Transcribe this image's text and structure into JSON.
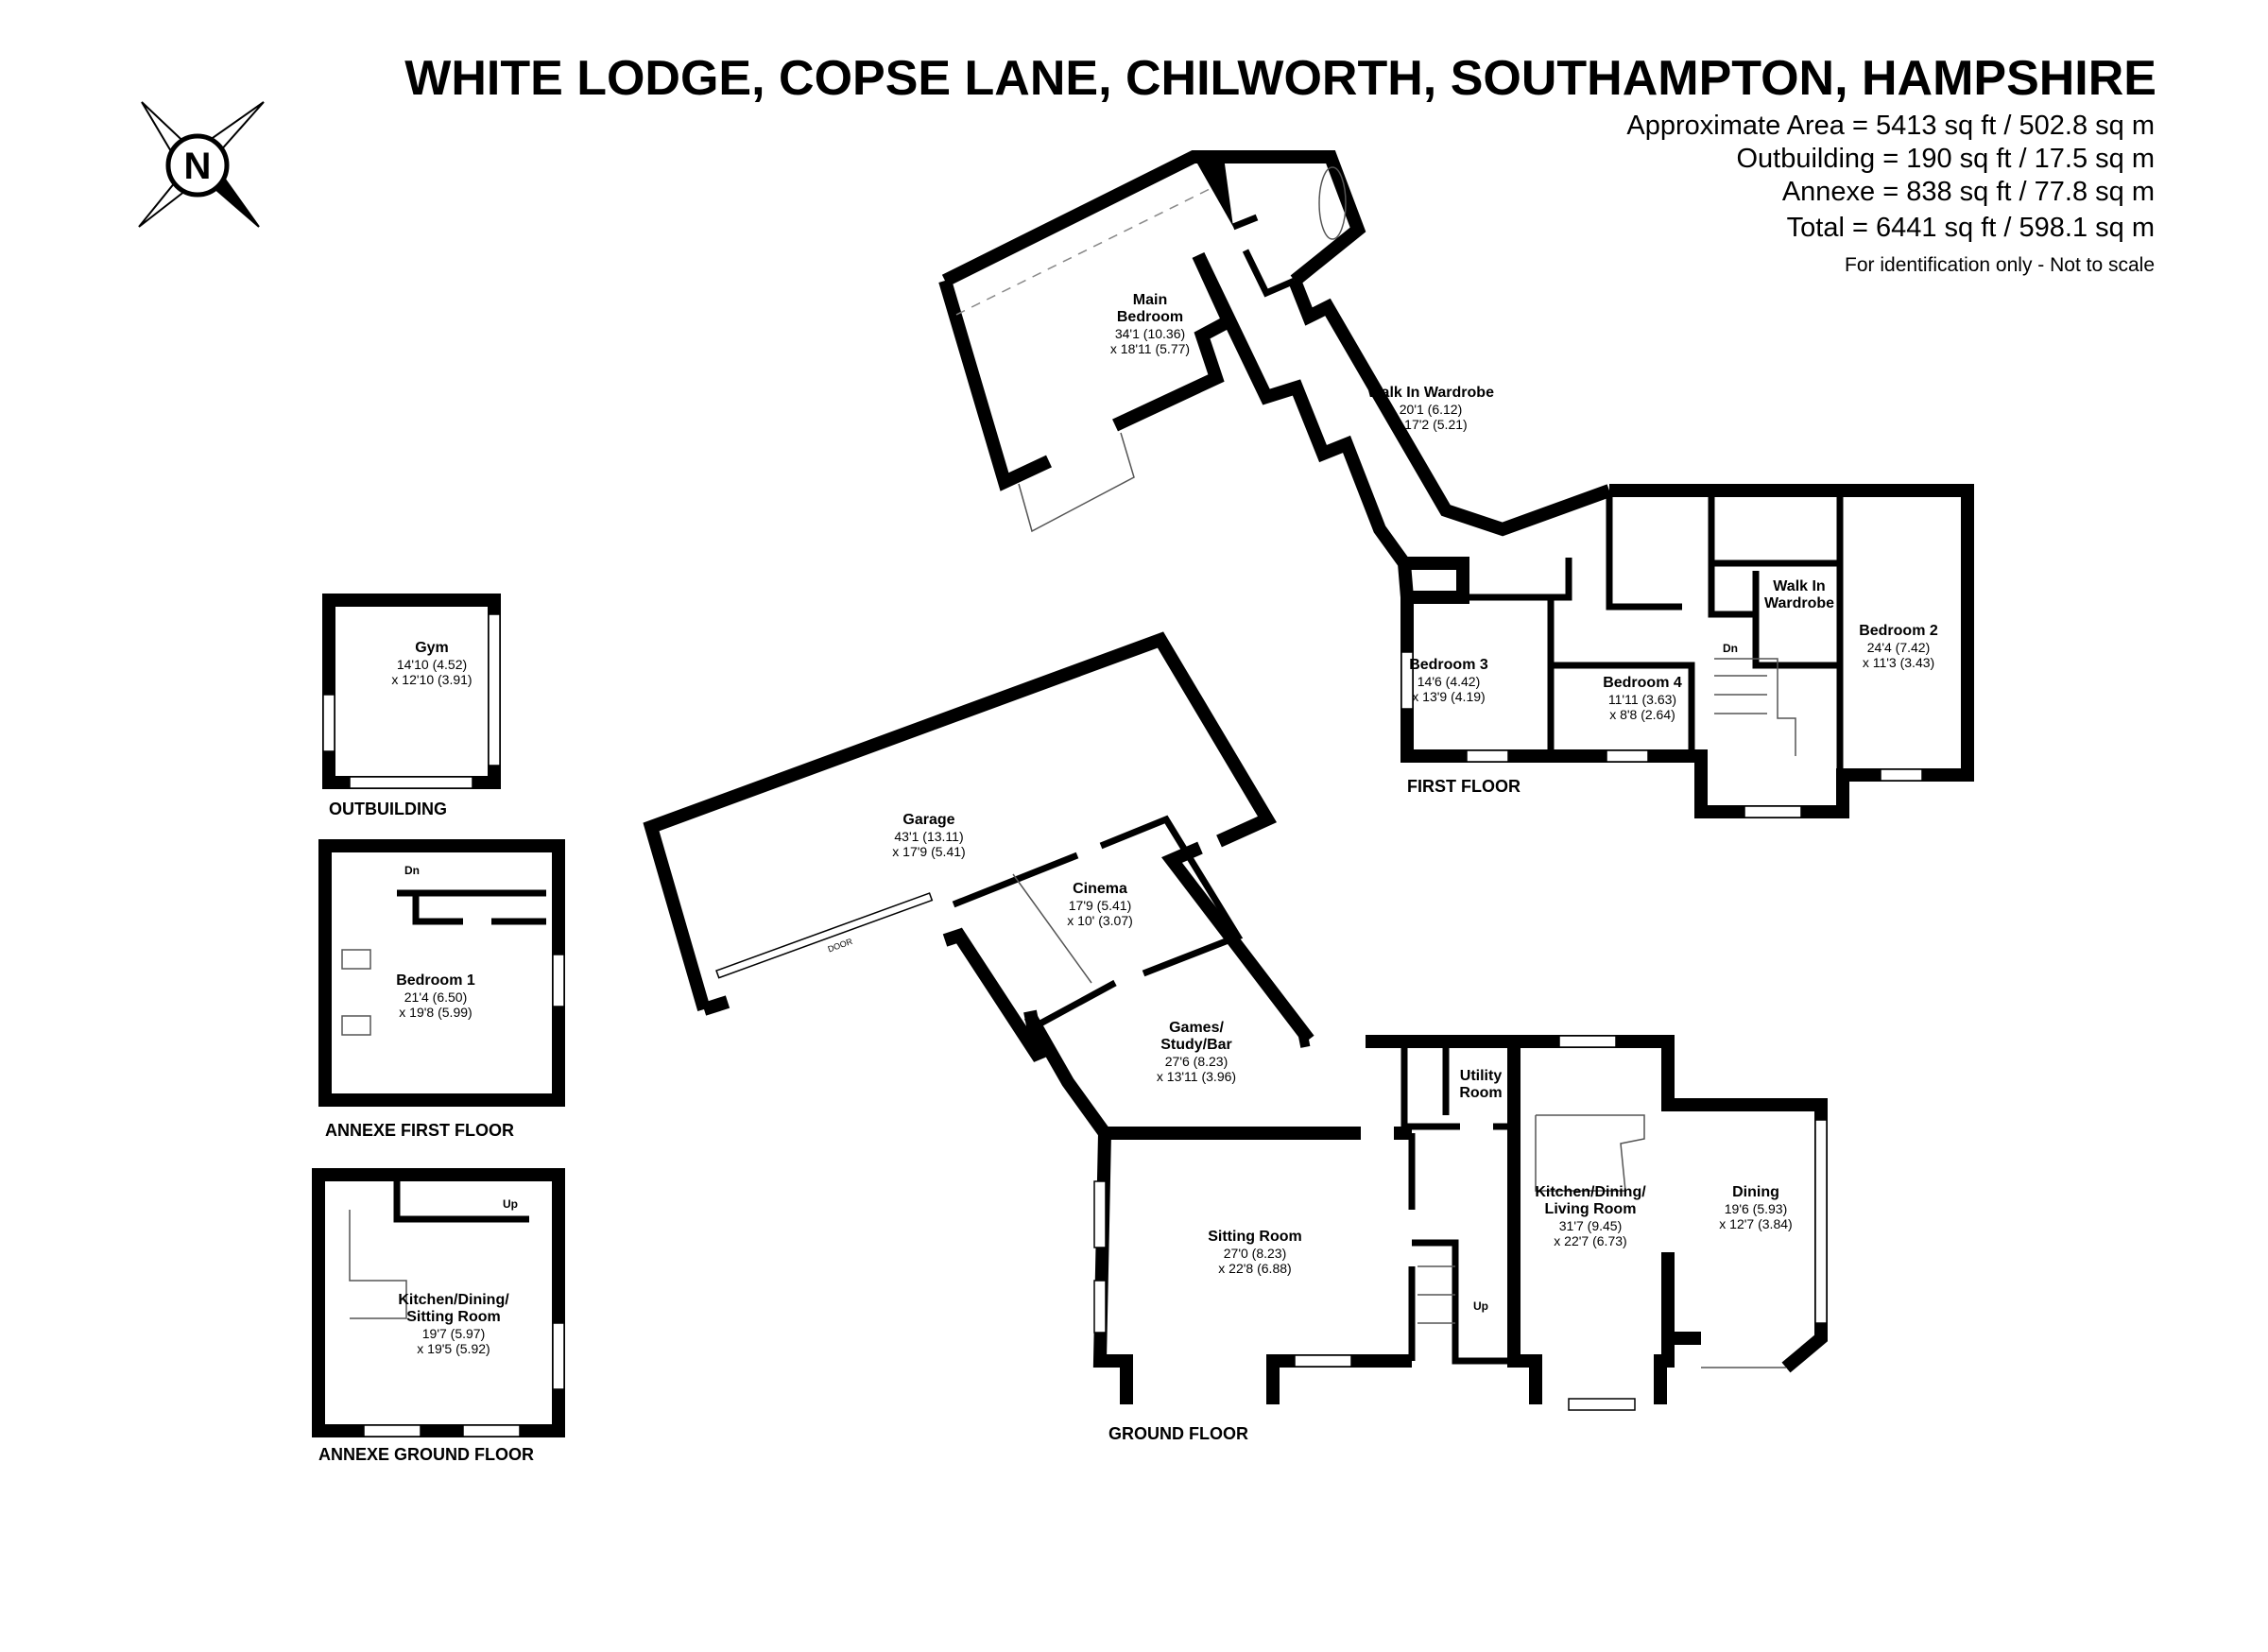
{
  "header": {
    "title": "WHITE LODGE, COPSE LANE, CHILWORTH, SOUTHAMPTON, HAMPSHIRE",
    "areas": [
      "Approximate Area = 5413 sq ft / 502.8 sq m",
      "Outbuilding = 190 sq ft / 17.5 sq m",
      "Annexe = 838 sq ft / 77.8 sq m",
      "Total  = 6441 sq ft / 598.1 sq m"
    ],
    "disclaimer": "For identification only - Not to scale"
  },
  "compass": {
    "letter": "N",
    "icon": "north-arrow-compass-icon"
  },
  "floors": {
    "first": "FIRST FLOOR",
    "ground": "GROUND FLOOR",
    "outbuilding": "OUTBUILDING",
    "annexe_first": "ANNEXE FIRST FLOOR",
    "annexe_ground": "ANNEXE GROUND FLOOR"
  },
  "rooms": [
    {
      "id": "main-bedroom",
      "name": [
        "Main",
        "Bedroom"
      ],
      "dims": [
        "34'1 (10.36)",
        "x 18'11 (5.77)"
      ]
    },
    {
      "id": "walk-in-wardrobe-main",
      "name": [
        "Walk In Wardrobe"
      ],
      "dims": [
        "20'1 (6.12)",
        "x 17'2 (5.21)"
      ]
    },
    {
      "id": "bedroom-3",
      "name": [
        "Bedroom 3"
      ],
      "dims": [
        "14'6 (4.42)",
        "x 13'9 (4.19)"
      ]
    },
    {
      "id": "bedroom-4",
      "name": [
        "Bedroom 4"
      ],
      "dims": [
        "11'11 (3.63)",
        "x 8'8 (2.64)"
      ]
    },
    {
      "id": "walk-in-wardrobe-2",
      "name": [
        "Walk In",
        "Wardrobe"
      ],
      "dims": []
    },
    {
      "id": "bedroom-2",
      "name": [
        "Bedroom 2"
      ],
      "dims": [
        "24'4 (7.42)",
        "x 11'3 (3.43)"
      ]
    },
    {
      "id": "garage",
      "name": [
        "Garage"
      ],
      "dims": [
        "43'1 (13.11)",
        "x 17'9 (5.41)"
      ]
    },
    {
      "id": "cinema",
      "name": [
        "Cinema"
      ],
      "dims": [
        "17'9 (5.41)",
        "x 10' (3.07)"
      ]
    },
    {
      "id": "games-study-bar",
      "name": [
        "Games/",
        "Study/Bar"
      ],
      "dims": [
        "27'6 (8.23)",
        "x 13'11 (3.96)"
      ]
    },
    {
      "id": "utility-room",
      "name": [
        "Utility",
        "Room"
      ],
      "dims": []
    },
    {
      "id": "sitting-room",
      "name": [
        "Sitting Room"
      ],
      "dims": [
        "27'0 (8.23)",
        "x 22'8 (6.88)"
      ]
    },
    {
      "id": "kitchen-dining-living",
      "name": [
        "Kitchen/Dining/",
        "Living Room"
      ],
      "dims": [
        "31'7 (9.45)",
        "x 22'7 (6.73)"
      ]
    },
    {
      "id": "dining",
      "name": [
        "Dining"
      ],
      "dims": [
        "19'6 (5.93)",
        "x 12'7 (3.84)"
      ]
    },
    {
      "id": "gym",
      "name": [
        "Gym"
      ],
      "dims": [
        "14'10 (4.52)",
        "x 12'10 (3.91)"
      ]
    },
    {
      "id": "annexe-bedroom-1",
      "name": [
        "Bedroom 1"
      ],
      "dims": [
        "21'4 (6.50)",
        "x 19'8 (5.99)"
      ]
    },
    {
      "id": "annexe-kitchen",
      "name": [
        "Kitchen/Dining/",
        "Sitting Room"
      ],
      "dims": [
        "19'7 (5.97)",
        "x 19'5 (5.92)"
      ]
    }
  ],
  "stair_labels": {
    "first_dn": "Dn",
    "ground_up": "Up",
    "annexe_dn": "Dn",
    "annexe_up": "Up"
  },
  "garage_door_label": "DOOR"
}
